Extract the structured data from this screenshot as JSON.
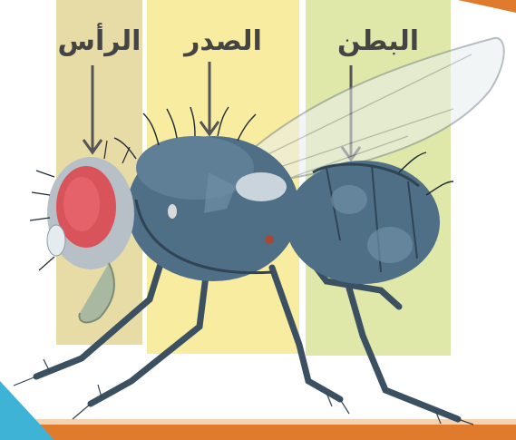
{
  "labels": {
    "head": "الرأس",
    "thorax": "الصدر",
    "abdomen": "البطن"
  },
  "colors": {
    "head_band": "#e8dca6",
    "thorax_band": "#f8eca0",
    "abdomen_band": "#dfe8a8",
    "body_blue": "#4f6f86",
    "body_dark": "#2f4454",
    "eye_red": "#d9535a",
    "arrow": "#555555",
    "frame_orange": "#e07a2c",
    "frame_blue": "#3fb3d6"
  },
  "icons": [
    "fly-illustration",
    "arrow-down"
  ]
}
